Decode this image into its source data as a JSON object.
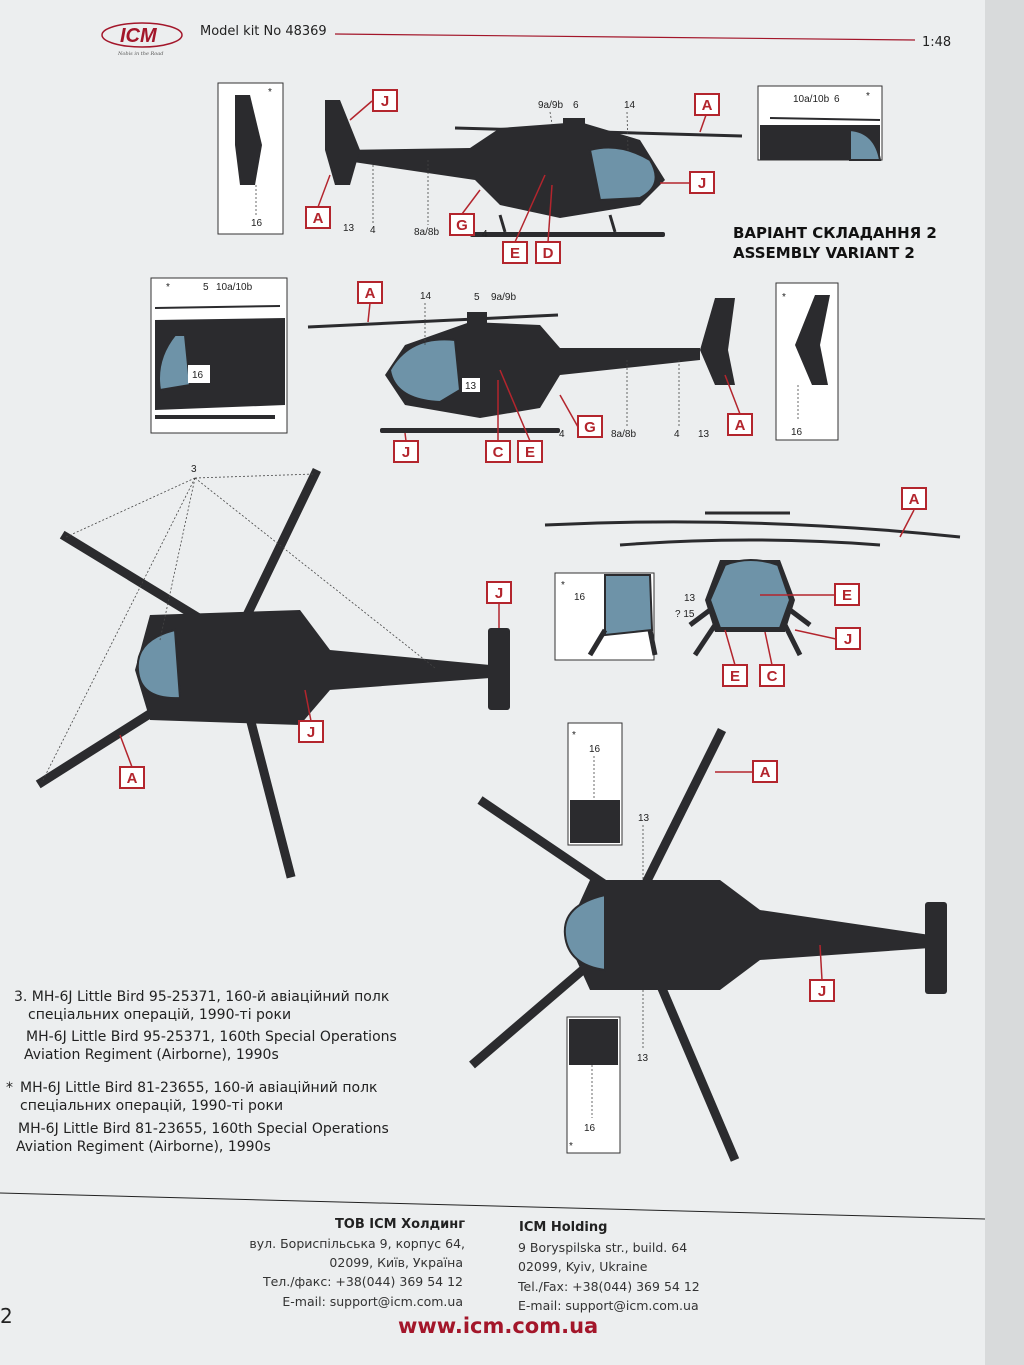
{
  "header": {
    "brand": "ICM",
    "brand_tagline": "Nobis in the Road",
    "model_kit": "Model kit No 48369",
    "scale": "1:48"
  },
  "assembly_title": {
    "uk": "ВАРІАНТ СКЛАДАННЯ 2",
    "en": "ASSEMBLY VARIANT 2"
  },
  "callouts": {
    "side1": [
      "J",
      "A",
      "J",
      "A",
      "G",
      "E",
      "D"
    ],
    "side1_numbers": [
      "9a/9b",
      "6",
      "14",
      "13",
      "4",
      "8a/8b",
      "4"
    ],
    "side1_inset_left": [
      "*",
      "16"
    ],
    "side1_inset_right": [
      "10a/10b",
      "6",
      "*"
    ],
    "side2": [
      "A",
      "G",
      "A",
      "J",
      "C",
      "E"
    ],
    "side2_numbers": [
      "14",
      "5",
      "9a/9b",
      "13",
      "4",
      "8a/8b",
      "4",
      "13"
    ],
    "side2_inset_left": [
      "*",
      "5",
      "10a/10b",
      "16"
    ],
    "side2_inset_right": [
      "*",
      "16"
    ],
    "top": [
      "J",
      "J",
      "A"
    ],
    "top_numbers": [
      "3"
    ],
    "front": [
      "A",
      "E",
      "J",
      "E",
      "C"
    ],
    "front_numbers": [
      "13",
      "? 15"
    ],
    "front_inset": [
      "*",
      "16"
    ],
    "bottom": [
      "A",
      "J"
    ],
    "bottom_numbers": [
      "13",
      "13"
    ],
    "bottom_inset_top": [
      "*",
      "16"
    ],
    "bottom_inset_bottom": [
      "16",
      "*"
    ]
  },
  "description": {
    "variant3": [
      "3. MH-6J Little Bird 95-25371, 160-й авіаційний полк",
      "спеціальних операцій, 1990-ті роки",
      "MH-6J Little Bird 95-25371, 160th Special Operations",
      "Aviation Regiment (Airborne), 1990s"
    ],
    "variant_star_mark": "*",
    "variant_star": [
      "MH-6J Little Bird 81-23655, 160-й авіаційний полк",
      "спеціальних операцій, 1990-ті роки",
      "MH-6J Little Bird 81-23655, 160th Special Operations",
      "Aviation Regiment (Airborne), 1990s"
    ]
  },
  "footer": {
    "uk": {
      "company": "ТОВ ICM Холдинг",
      "address1": "вул. Бориспільська 9, корпус 64,",
      "address2": "02099, Київ, Україна",
      "phone": "Тел./факс: +38(044) 369 54 12",
      "email": "E-mail: support@icm.com.ua"
    },
    "en": {
      "company": "ICM Holding",
      "address1": "9 Boryspilska str., build. 64",
      "address2": "02099, Kyiv, Ukraine",
      "phone": "Tel./Fax: +38(044) 369 54 12",
      "email": "E-mail: support@icm.com.ua"
    },
    "website": "www.icm.com.ua",
    "page_number": "2"
  },
  "colors": {
    "accent": "#b3252d",
    "body": "#2b2b2e",
    "glass": "#6e93a8"
  }
}
